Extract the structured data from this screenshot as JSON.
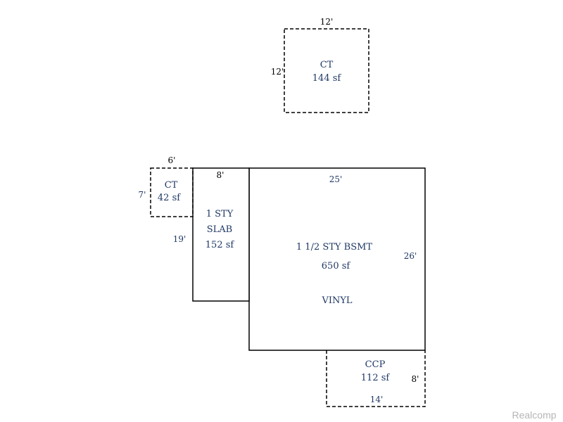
{
  "areas": {
    "top_ct": {
      "label": "CT",
      "area": "144 sf",
      "dim_top": "12'",
      "dim_left": "12'"
    },
    "left_ct": {
      "label": "CT",
      "area": "42 sf",
      "dim_top": "6'",
      "dim_left": "7'"
    },
    "slab": {
      "line1": "1 STY",
      "line2": "SLAB",
      "area": "152 sf",
      "dim_top": "8'",
      "dim_left": "19'"
    },
    "main": {
      "line1": "1 1/2 STY BSMT",
      "area": "650 sf",
      "siding": "VINYL",
      "dim_top": "25'",
      "dim_right": "26'"
    },
    "ccp": {
      "label": "CCP",
      "area": "112 sf",
      "dim_right": "8'",
      "dim_bottom": "14'"
    }
  },
  "watermark": "Realcomp"
}
